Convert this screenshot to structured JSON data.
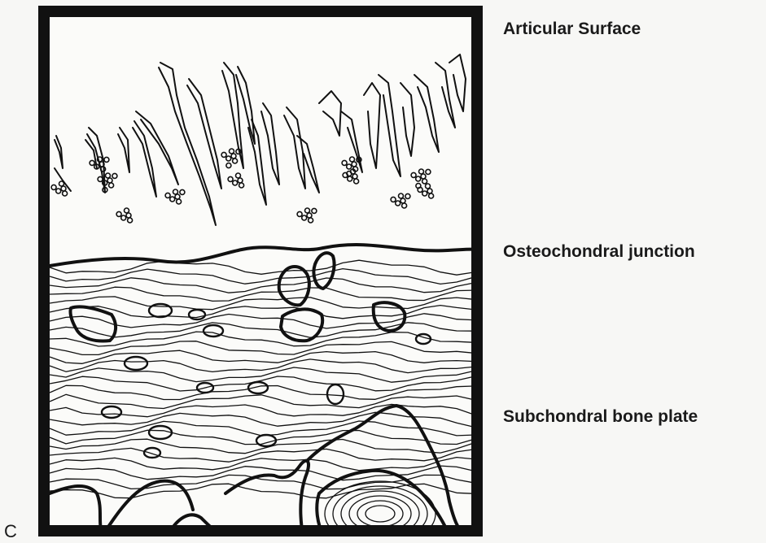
{
  "panel_letter": "C",
  "labels": {
    "articular_surface": "Articular Surface",
    "osteochondral_junction": "Osteochondral junction",
    "subchondral_bone_plate": "Subchondral bone plate"
  },
  "colors": {
    "ink": "#111111",
    "paper": "#f7f7f5"
  }
}
